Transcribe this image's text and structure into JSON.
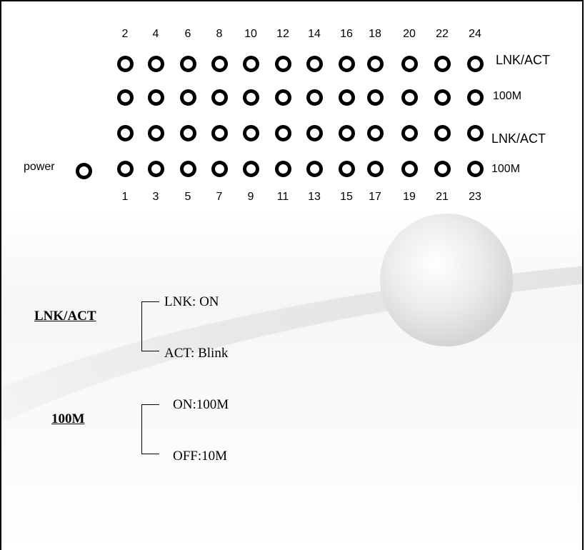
{
  "top_port_numbers": [
    "2",
    "4",
    "6",
    "8",
    "10",
    "12",
    "14",
    "16",
    "18",
    "20",
    "22",
    "24"
  ],
  "bottom_port_numbers": [
    "1",
    "3",
    "5",
    "7",
    "9",
    "11",
    "13",
    "15",
    "17",
    "19",
    "21",
    "23"
  ],
  "row_labels": [
    "LNK/ACT",
    "100M",
    "LNK/ACT",
    "100M"
  ],
  "power_label": "power",
  "legend": {
    "lnk_act": {
      "title": "LNK/ACT",
      "on": "LNK: ON",
      "blink": "ACT: Blink"
    },
    "speed": {
      "title": "100M",
      "on": "ON:100M",
      "off": "OFF:10M"
    }
  }
}
